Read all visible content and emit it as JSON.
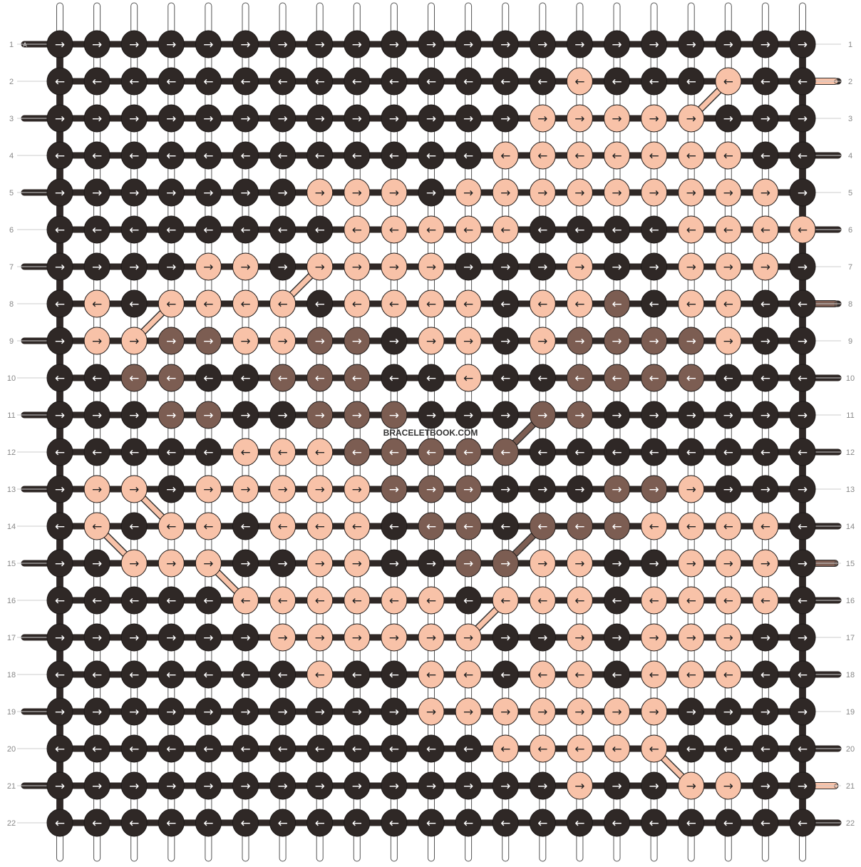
{
  "watermark": "BRACELETBOOK.COM",
  "colors": {
    "A": "#2f2826",
    "B": "#7c5d52",
    "C": "#f8c2a8"
  },
  "strand_labels": {
    "left": [
      {
        "row": 1,
        "letter": "A"
      },
      {
        "row": 22,
        "letter": "A"
      }
    ],
    "right": [
      {
        "row": 2,
        "letter": "C"
      },
      {
        "row": 8,
        "letter": "B"
      },
      {
        "row": 15,
        "letter": "B"
      },
      {
        "row": 21,
        "letter": "C"
      }
    ]
  },
  "row_numbers": [
    "1",
    "2",
    "3",
    "4",
    "5",
    "6",
    "7",
    "8",
    "9",
    "10",
    "11",
    "12",
    "13",
    "14",
    "15",
    "16",
    "17",
    "18",
    "19",
    "20",
    "21",
    "22"
  ],
  "knot_rows": [
    "AAAAAAAAAAAAAAAAAAAAA",
    "AAAAAAAAAAAAAACAAACAA",
    "AAAAAAAAAAAAACCCCCAAA",
    "AAAAAAAAAAAACCCCCCCAA",
    "AAAAAAACCCACCCCCCCCCA",
    "AAAAAAAACCCCCAAAACCCC",
    "AAAACCACCCCAAACAACCCA",
    "ACACCCCACCCCACCBACCAA",
    "ACCBBCCBBACCACBBBBCAA",
    "AABBAABBBAACAABBBBAAA",
    "AAABBAABBBAAABBAAAAAA",
    "AAAAACCCBBBBBAAAAAAAA",
    "ACCACCCCCBBBAAABBCAAA",
    "ACACCACCCABBABBBCCCCA",
    "AACCCAACCAABBCCAACCCA",
    "AAAAACCCCCCACCCACCCCA",
    "AAAAAACCCCCCAACACCCAA",
    "AAAAAAACAACCACCACCCAA",
    "AAAAAAAAAACCCCCCCAAAA",
    "AAAAAAAAAAAACCCCCAAAA",
    "AAAAAAAAAAAAAACAACCAA",
    "AAAAAAAAAAAAAAAAAAAAA"
  ],
  "row_directions": [
    "right",
    "left",
    "right",
    "left",
    "right",
    "left",
    "right",
    "left",
    "right",
    "left",
    "right",
    "left",
    "right",
    "left",
    "right",
    "left",
    "right",
    "left",
    "right",
    "left",
    "right",
    "left"
  ],
  "arrow_glyphs": {
    "right": "→",
    "left": "←"
  },
  "icons": {
    "knot": "knot-ellipse-icon",
    "arrow": "direction-arrow-icon",
    "strand": "thread-strand-icon"
  }
}
